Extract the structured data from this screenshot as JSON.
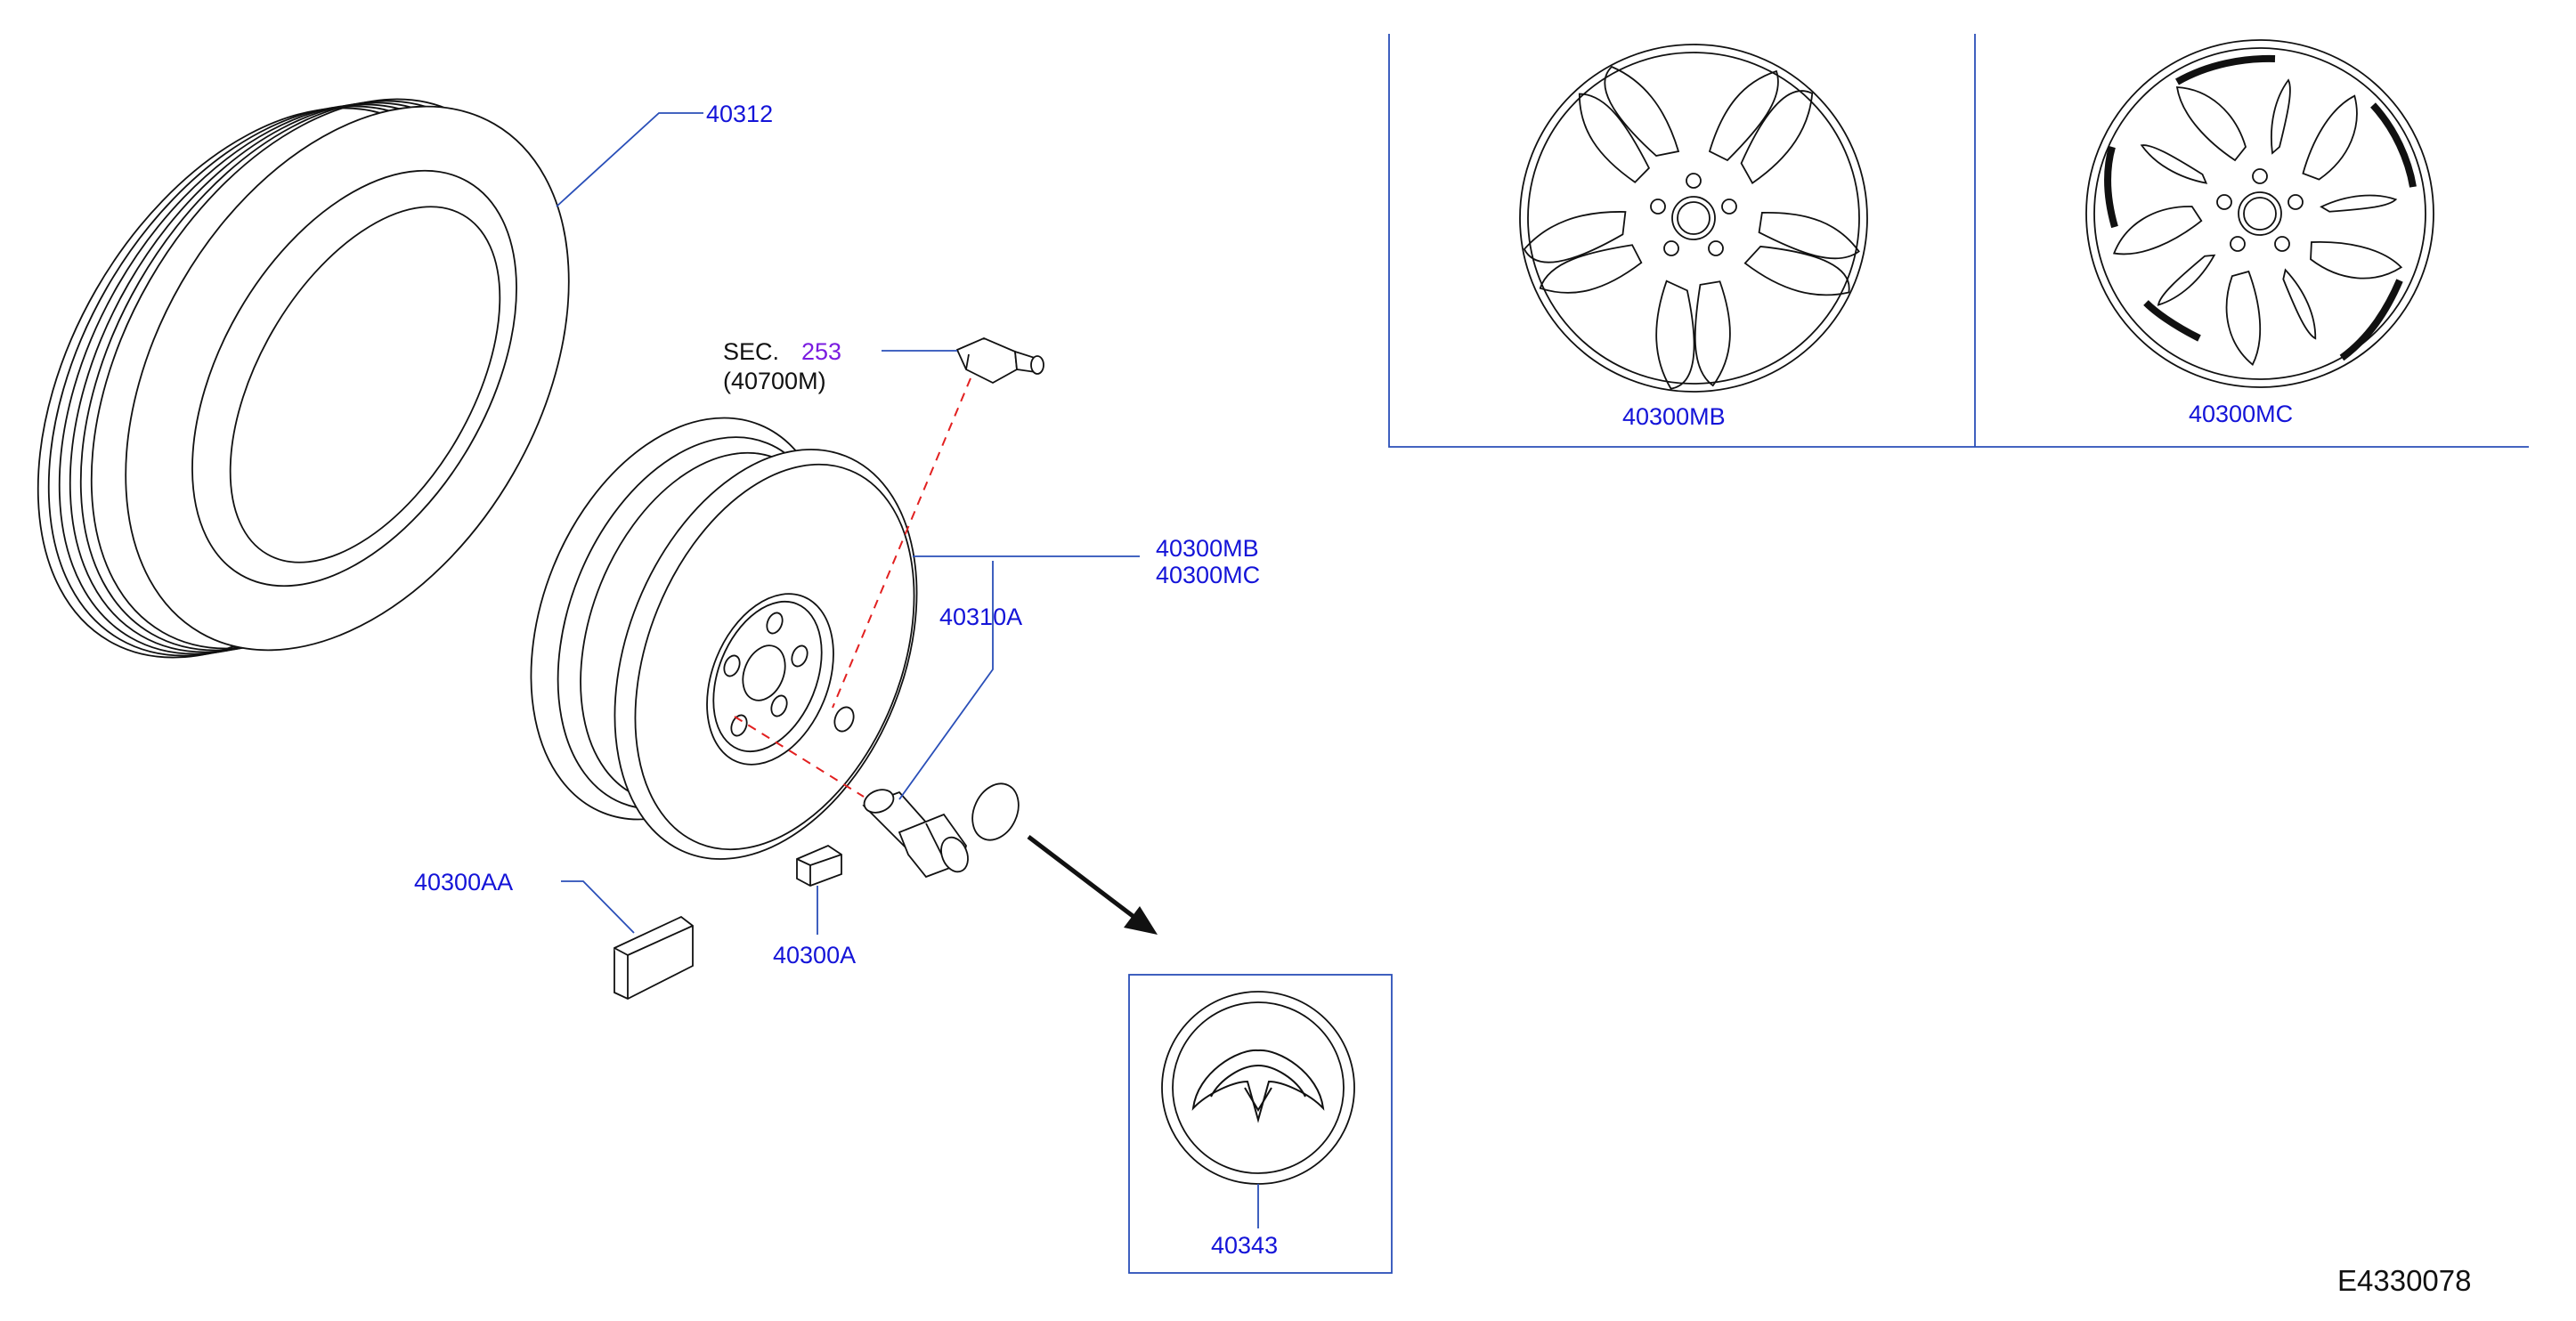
{
  "diagram_code": "E4330078",
  "section_ref": {
    "prefix": "SEC.",
    "number": "253",
    "sub": "(40700M)"
  },
  "parts": {
    "tire": "40312",
    "wheel_mb": "40300MB",
    "wheel_mc": "40300MC",
    "lug_nut": "40310A",
    "balance_weight_aa": "40300AA",
    "balance_weight_a": "40300A",
    "center_cap": "40343"
  }
}
